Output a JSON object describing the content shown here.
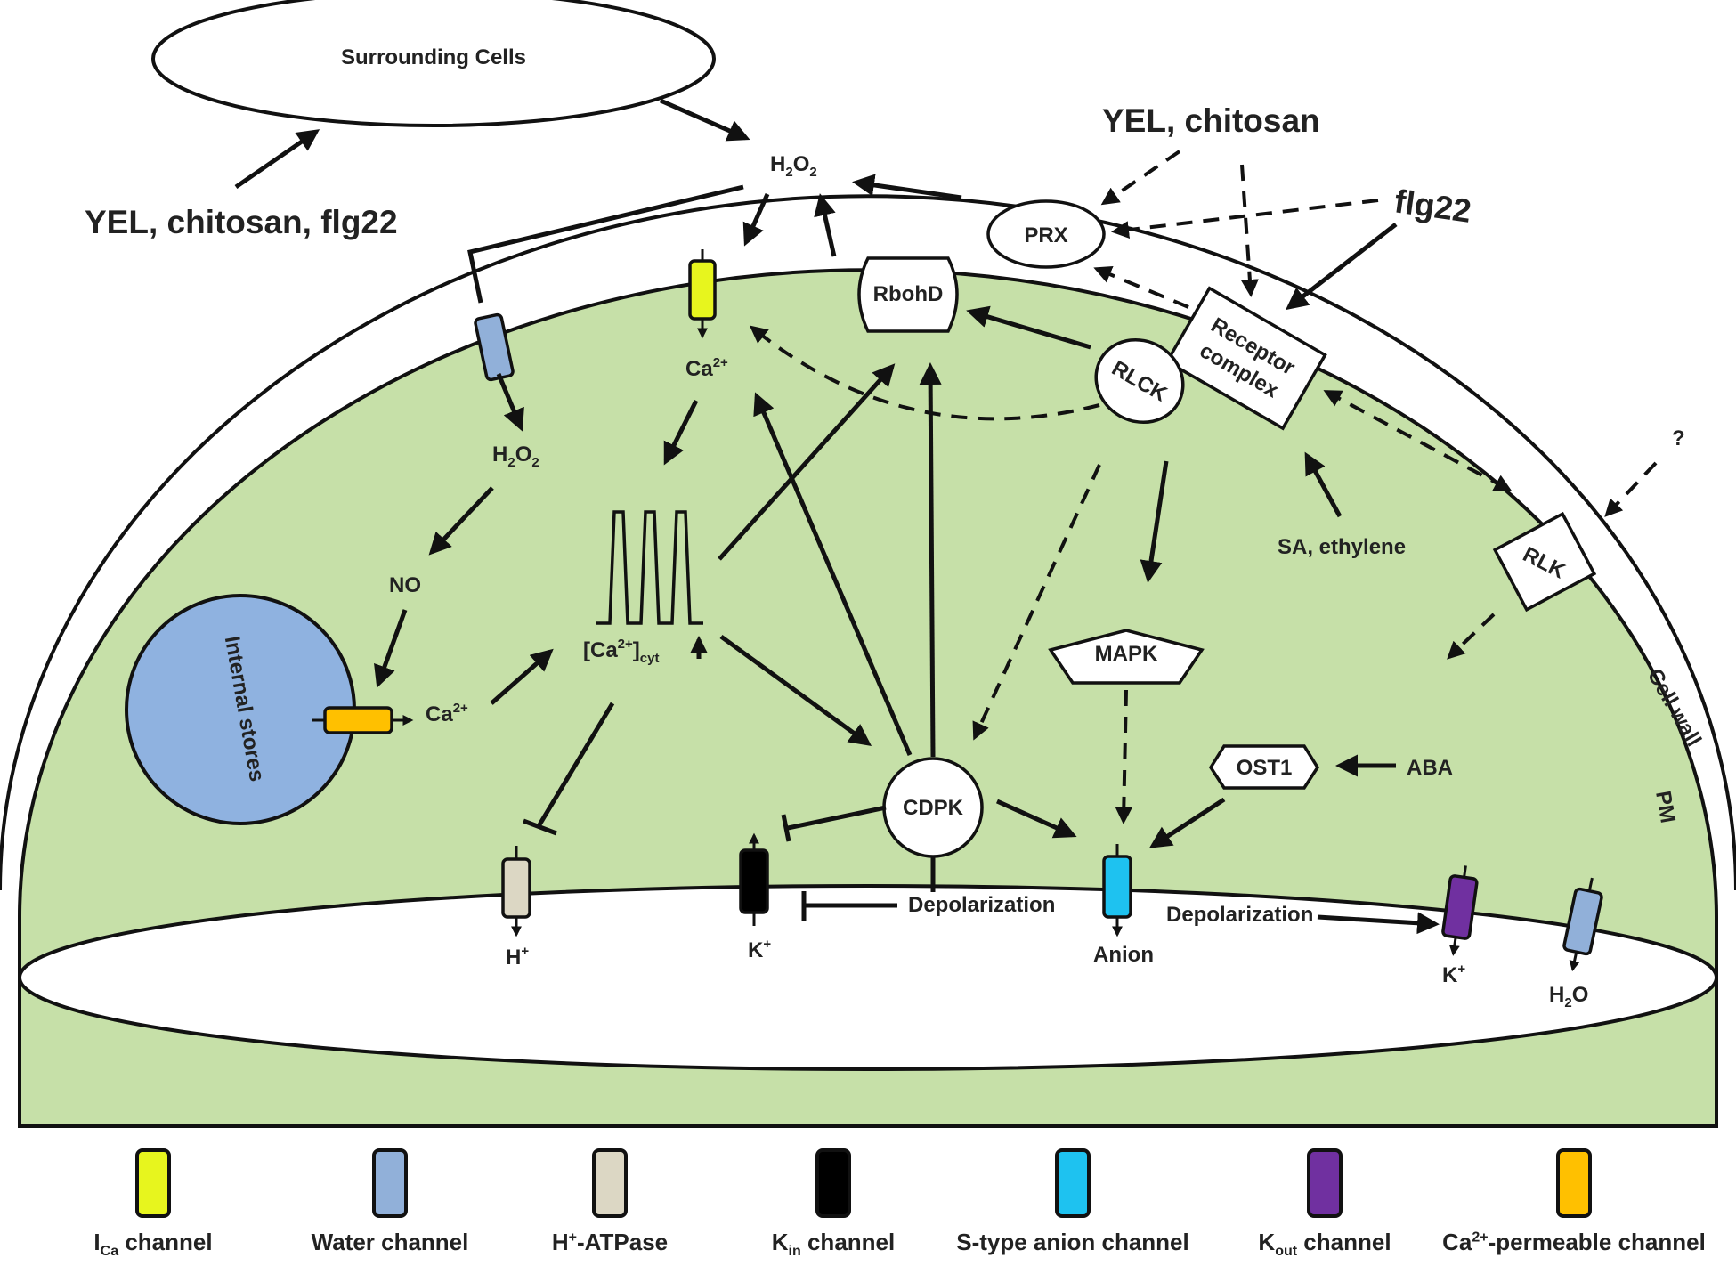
{
  "labels": {
    "surrounding_cells": "Surrounding Cells",
    "yel_chitosan_flg22": "YEL, chitosan, flg22",
    "h2o2_top": "H",
    "yel_chitosan": "YEL, chitosan",
    "flg22": "flg22",
    "prx": "PRX",
    "rbohd": "RbohD",
    "receptor_1": "Receptor",
    "receptor_2": "complex",
    "rlck": "RLCK",
    "question": "?",
    "rlk": "RLK",
    "cell_wall": "Cell wall",
    "pm": "PM",
    "sa_ethylene": "SA, ethylene",
    "mapk": "MAPK",
    "ost1": "OST1",
    "aba": "ABA",
    "cdpk": "CDPK",
    "no": "NO",
    "internal_stores": "Internal stores",
    "ca_cyt": "Ca",
    "ca_store": "Ca",
    "cyt_sub": "cyt",
    "h_plus": "H",
    "k_plus_in": "K",
    "k_plus_out": "K",
    "anion": "Anion",
    "h2o": "H",
    "depolarization_left": "Depolarization",
    "depolarization_right": "Depolarization"
  },
  "legend": [
    {
      "label": "I",
      "sub": "Ca",
      "suffix": " channel",
      "color": "#e7f51e"
    },
    {
      "label": "Water channel",
      "color": "#91b0d9"
    },
    {
      "label": "H",
      "sup": "+",
      "suffix": "-ATPase",
      "color": "#dcd7c4"
    },
    {
      "label": "K",
      "sub": "in",
      "suffix": " channel",
      "color": "#000000"
    },
    {
      "label": "S-type anion channel",
      "color": "#1ec2f0"
    },
    {
      "label": "K",
      "sub": "out",
      "suffix": " channel",
      "color": "#7030a0"
    },
    {
      "label": "Ca",
      "sup": "2+",
      "suffix": "-permeable channel",
      "color": "#ffc000"
    }
  ],
  "colors": {
    "cell_fill": "#c6e0a8",
    "internal_stores": "#8fb2e0",
    "ica_channel": "#e7f51e",
    "water_channel": "#91b0d9",
    "h_atpase": "#dcd7c4",
    "kin_channel": "#000000",
    "anion_channel": "#1ec2f0",
    "kout_channel": "#7030a0",
    "ca_perm_channel": "#ffc000"
  }
}
